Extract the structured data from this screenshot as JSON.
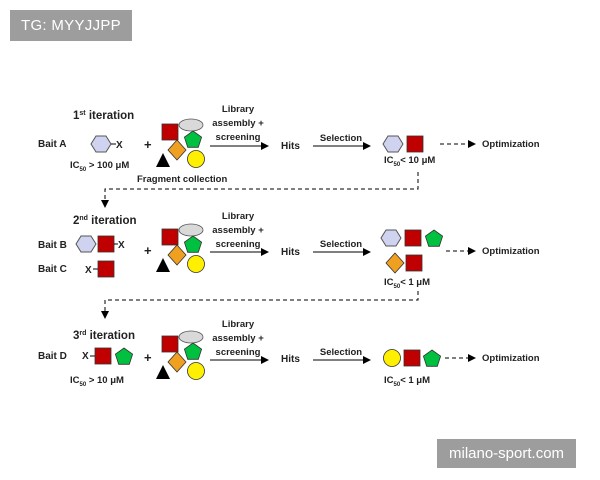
{
  "overlay": {
    "tag": "TG: MYYJJPP",
    "watermark": "milano-sport.com"
  },
  "common": {
    "library_line1": "Library",
    "library_line2": "assembly +",
    "library_line3": "screening",
    "hits": "Hits",
    "selection": "Selection",
    "optimization": "Optimization",
    "plus": "+",
    "x": "X"
  },
  "iteration1": {
    "title_num": "1",
    "title_sup": "st",
    "title_rest": " iteration",
    "bait_a": "Bait A",
    "ic_before": "IC",
    "ic_sub": "50",
    "ic_after_start": " > 100 μM",
    "ic_after_result": "< 10 μM",
    "fragment_collection": "Fragment collection"
  },
  "iteration2": {
    "title_num": "2",
    "title_sup": "nd",
    "title_rest": " iteration",
    "bait_b": "Bait B",
    "bait_c": "Bait C",
    "ic_sub": "50",
    "ic_after_result": "< 1 μM"
  },
  "iteration3": {
    "title_num": "3",
    "title_sup": "rd",
    "title_rest": " iteration",
    "bait_d": "Bait D",
    "ic_sub": "50",
    "ic_after_start": " > 10 μM",
    "ic_after_result": "< 1 μM"
  },
  "colors": {
    "hexagon": "#cfd3ef",
    "red_square": "#c00000",
    "green_pentagon": "#00c040",
    "gray_ellipse": "#d9d9d9",
    "orange_diamond": "#f0a020",
    "yellow_circle": "#ffef00",
    "black_triangle": "#000000"
  }
}
